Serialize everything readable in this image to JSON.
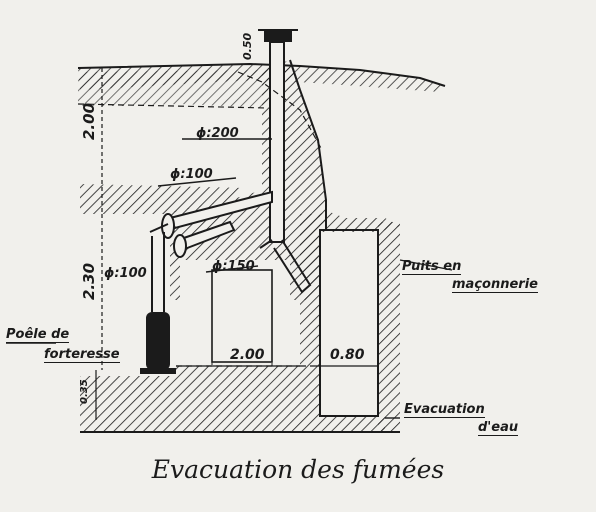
{
  "labels": {
    "dim_top": "0.50",
    "dim_cover": "2.00",
    "dim_lower": "2.30",
    "dim_floor": "0.35",
    "dim_length": "2.00",
    "dim_well": "0.80",
    "pipe_main": "ϕ:200",
    "pipe_upper": "ϕ:100",
    "pipe_left": "ϕ:100",
    "pipe_branch": "ϕ:150",
    "well_line1": "Puits en",
    "well_line2": "maçonnerie",
    "stove_line1": "Poêle de",
    "stove_line2": "forteresse",
    "drain_line1": "Evacuation",
    "drain_line2": "d'eau"
  },
  "caption": "Evacuation des fumées",
  "colors": {
    "ink": "#1b1b1b",
    "paper": "#f1f0ec"
  }
}
